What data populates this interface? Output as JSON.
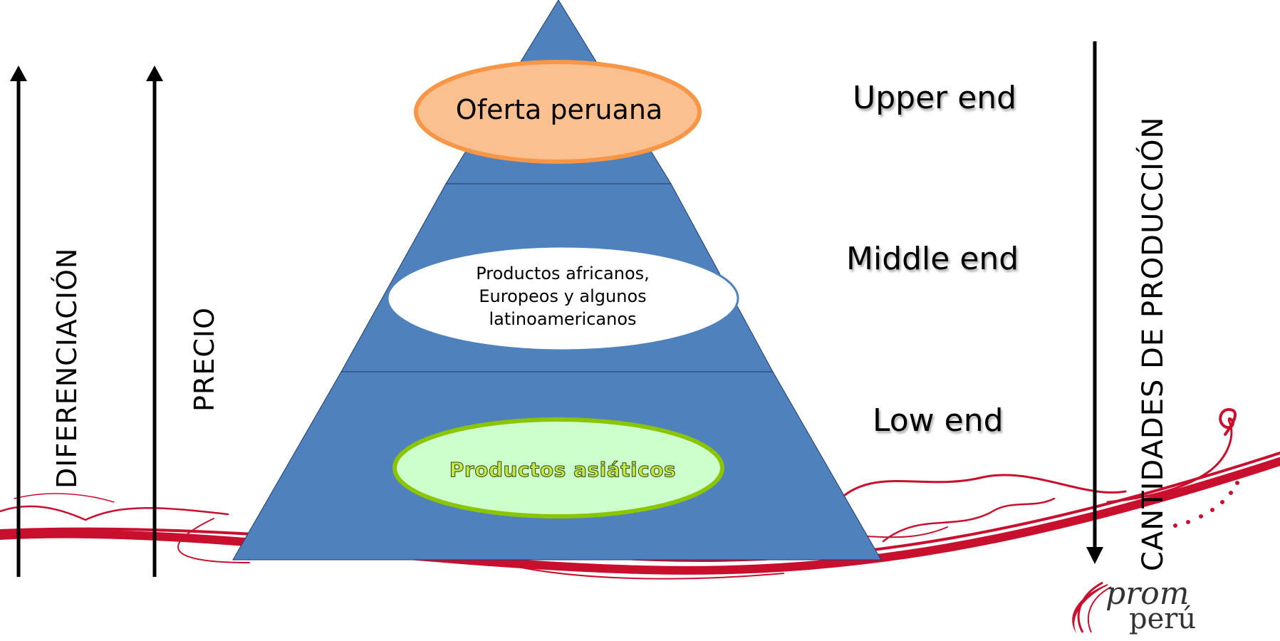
{
  "axes": {
    "left_outer_label": "DIFERENCIACIÓN",
    "left_inner_label": "PRECIO",
    "right_label": "CANTIDADES DE PRODUCCIÓN"
  },
  "tiers": {
    "upper": "Upper end",
    "middle": "Middle end",
    "low": "Low end"
  },
  "pyramid": {
    "top": {
      "label": "Oferta peruana"
    },
    "middle": {
      "lines": [
        "Productos africanos,",
        "Europeos y algunos",
        "latinoamericanos"
      ]
    },
    "bottom": {
      "label": "Productos  asiáticos"
    }
  },
  "logo": {
    "line1": "prom",
    "line2": "perú"
  },
  "colors": {
    "pyramid_fill": "#4f81bd",
    "top_ellipse_fill": "#fac090",
    "top_ellipse_stroke": "#f79646",
    "bottom_ellipse_fill": "#ccffcc",
    "bottom_ellipse_stroke": "#8bc400",
    "ribbon": "#c8102e"
  }
}
